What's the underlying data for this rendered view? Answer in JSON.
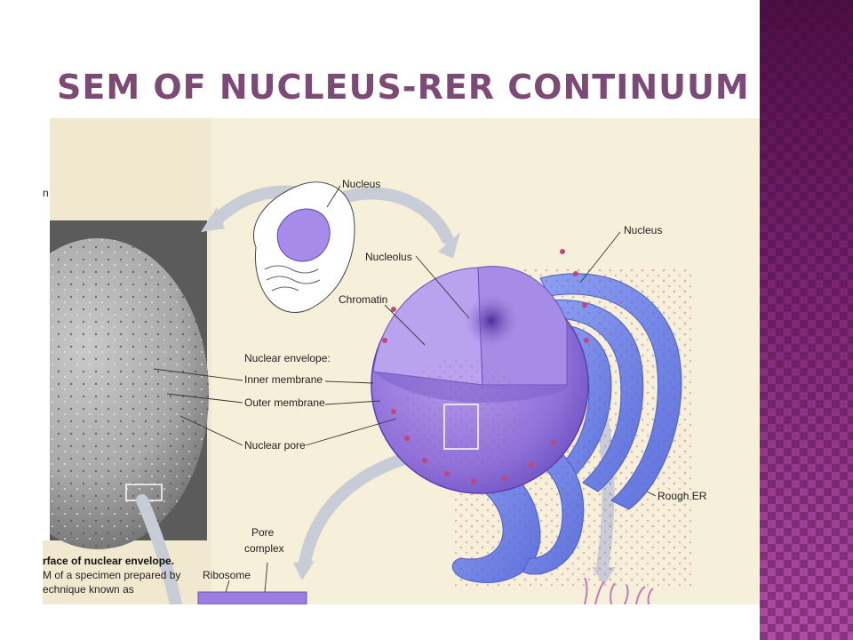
{
  "slide": {
    "title": "SEM OF NUCLEUS-RER CONTINUUM"
  },
  "figure": {
    "labels": {
      "nucleus_small": "Nucleus",
      "nucleus": "Nucleus",
      "nucleolus": "Nucleolus",
      "chromatin": "Chromatin",
      "nuclear_envelope": "Nuclear envelope:",
      "inner_membrane": "Inner membrane",
      "outer_membrane": "Outer membrane",
      "nuclear_pore": "Nuclear pore",
      "rough_er": "Rough ER",
      "pore_complex_1": "Pore",
      "pore_complex_2": "complex",
      "ribosome": "Ribosome",
      "edge_mark": "n"
    },
    "caption": {
      "line1": "rface of nuclear envelope.",
      "line2": "M of a specimen prepared by",
      "line3": "echnique known as"
    }
  },
  "colors": {
    "title": "#7d4a78",
    "band_dark": "#4e0e45",
    "band_light": "#b14ca7",
    "nucleus_purple": "#8e6fd6",
    "er_blue": "#6f86e8",
    "pore_pink": "#c2457a",
    "background_beige": "#f1e9cf"
  }
}
